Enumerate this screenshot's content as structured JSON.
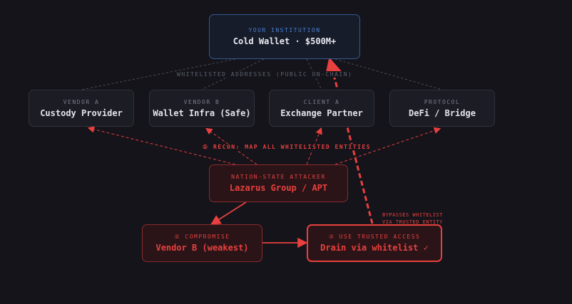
{
  "institution": {
    "label": "YOUR INSTITUTION",
    "title": "Cold Wallet · $500M+"
  },
  "whitelist_label": "WHITELISTED ADDRESSES (PUBLIC ON-CHAIN)",
  "entities": [
    {
      "label": "VENDOR A",
      "title": "Custody Provider"
    },
    {
      "label": "VENDOR B",
      "title": "Wallet Infra (Safe)"
    },
    {
      "label": "CLIENT A",
      "title": "Exchange Partner"
    },
    {
      "label": "PROTOCOL",
      "title": "DeFi / Bridge"
    }
  ],
  "recon_label": "① RECON: MAP ALL WHITELISTED ENTITIES",
  "attacker": {
    "label": "NATION-STATE ATTACKER",
    "title": "Lazarus Group / APT"
  },
  "compromise": {
    "label": "② COMPROMISE",
    "title": "Vendor B (weakest)"
  },
  "drain": {
    "label": "③ USE TRUSTED ACCESS",
    "title": "Drain via whitelist ✓"
  },
  "bypass_note": [
    "BYPASSES WHITELIST",
    "VIA TRUSTED ENTITY"
  ],
  "colors": {
    "blue": "#4a7fd0",
    "red": "#e8403e"
  }
}
